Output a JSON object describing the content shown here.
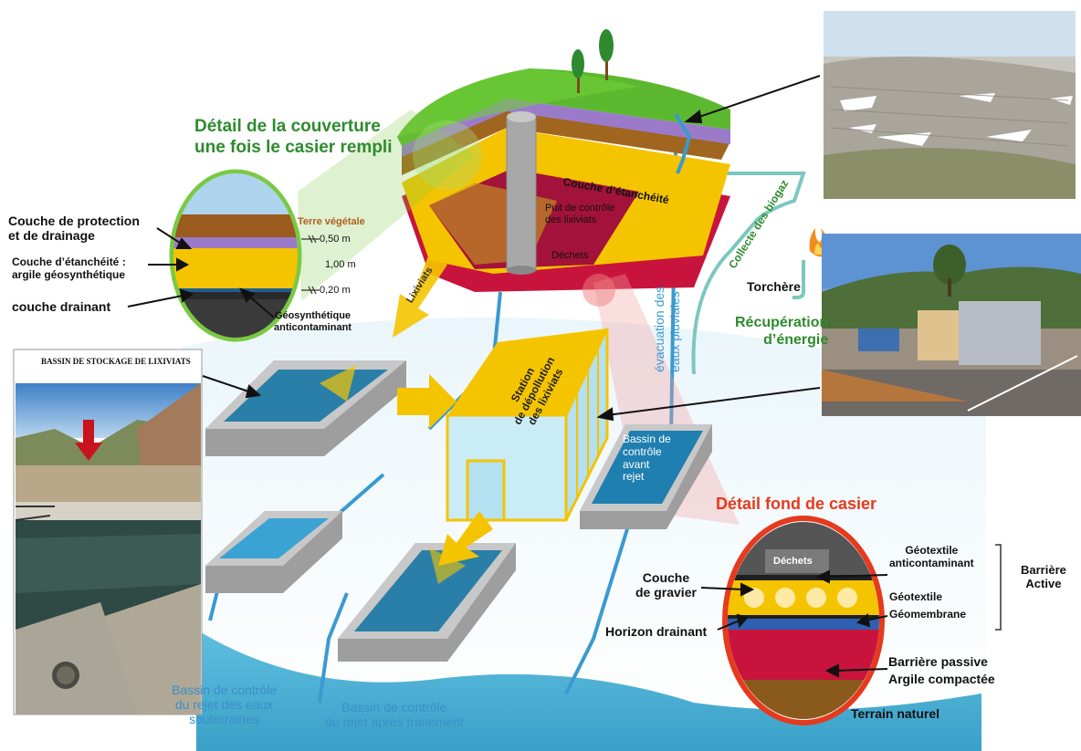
{
  "cover": {
    "title_line1": "Détail de la couverture",
    "title_line2": "une fois le casier rempli",
    "protection_line1": "Couche de protection",
    "protection_line2": "et de drainage",
    "etancheite_line1": "Couche d’étanchéité :",
    "etancheite_line2": "argile géosynthétique",
    "drainant": "couche drainant",
    "terre_vegetale": "Terre végétale",
    "dim1": "0,50 m",
    "dim2": "1,00 m",
    "dim3": "0,20 m",
    "geo_line1": "Géosynthétique",
    "geo_line2": "anticontaminant"
  },
  "mound": {
    "couche_etancheite": "Couche d’étanchéité",
    "puit_line1": "Puit de contrôle",
    "puit_line2": "des lixiviats",
    "dechets": "Déchets"
  },
  "flow": {
    "lixiviats": "Lixiviats",
    "station_line1": "Station",
    "station_line2": "de dépollution",
    "station_line3": "des lixiviats",
    "evac_line1": "évacuation des",
    "evac_line2": "eaux pluviales",
    "collecte": "Collecte des biogaz",
    "torchere": "Torchère",
    "recup_line1": "Récupération",
    "recup_line2": "d’énergie"
  },
  "basins": {
    "controle_avant_line1": "Bassin de",
    "controle_avant_line2": "contrôle",
    "controle_avant_line3": "avant",
    "controle_avant_line4": "rejet",
    "eaux_line1": "Bassin de contrôle",
    "eaux_line2": "du rejet des eaux",
    "eaux_line3": "souterraines",
    "apres_line1": "Bassin de contrôle",
    "apres_line2": "du rejet après traitement"
  },
  "photo_basin": {
    "caption": "BASSIN DE STOCKAGE DE LIXIVIATS"
  },
  "bottom": {
    "title": "Détail fond de casier",
    "dechets": "Déchets",
    "geotextile_anti_line1": "Géotextile",
    "geotextile_anti_line2": "anticontaminant",
    "couche_gravier_line1": "Couche",
    "couche_gravier_line2": "de gravier",
    "geotextile": "Géotextile",
    "geomembrane": "Géomembrane",
    "horizon": "Horizon drainant",
    "barriere_passive": "Barrière passive",
    "argile": "Argile compactée",
    "terrain": "Terrain naturel",
    "barriere_active_line1": "Barrière",
    "barriere_active_line2": "Active"
  },
  "colors": {
    "green_title": "#2e8b2e",
    "red_title": "#e53a1e",
    "basin_blue": "#2a7fa8",
    "water_band": "#4cb0d4",
    "waste_red": "#c8143c",
    "etancheite_yellow": "#f5c400",
    "grass_green": "#5cb82e"
  }
}
